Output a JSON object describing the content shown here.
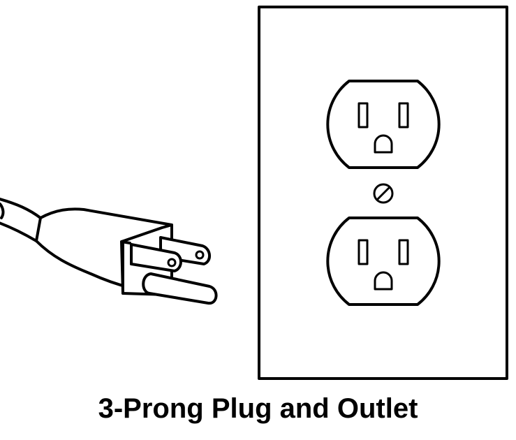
{
  "caption": "3-Prong Plug and Outlet",
  "colors": {
    "line": "#000000",
    "background": "#ffffff"
  },
  "illustration": {
    "plug": {
      "prongs": 3,
      "description_icon": "three-prong-plug-icon"
    },
    "outlet": {
      "receptacles": 2,
      "description_icon": "duplex-outlet-icon"
    }
  }
}
